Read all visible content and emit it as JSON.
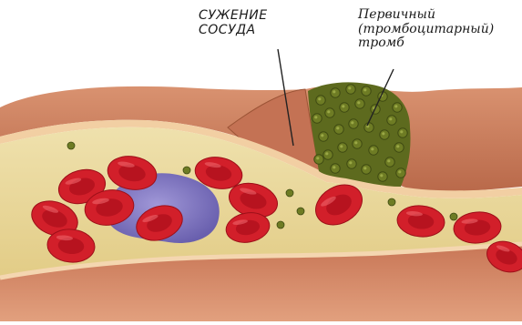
{
  "labels": {
    "narrowing": {
      "line1": "СУЖЕНИЕ",
      "line2": "СОСУДА"
    },
    "thrombus": {
      "line1": "Первичный",
      "line2": "(тромбоцитарный)",
      "line3": "тромб"
    }
  },
  "colors": {
    "vessel_wall": "#c97c58",
    "vessel_wall_dark": "#a85c3c",
    "intima": "#f2cfa3",
    "lumen": "#e9d79a",
    "red_cell": "#d21f2a",
    "red_cell_center": "#b3121d",
    "white_cell": "#7a72c9",
    "thrombus": "#5d6a1e",
    "platelet": "#6e7c24"
  }
}
